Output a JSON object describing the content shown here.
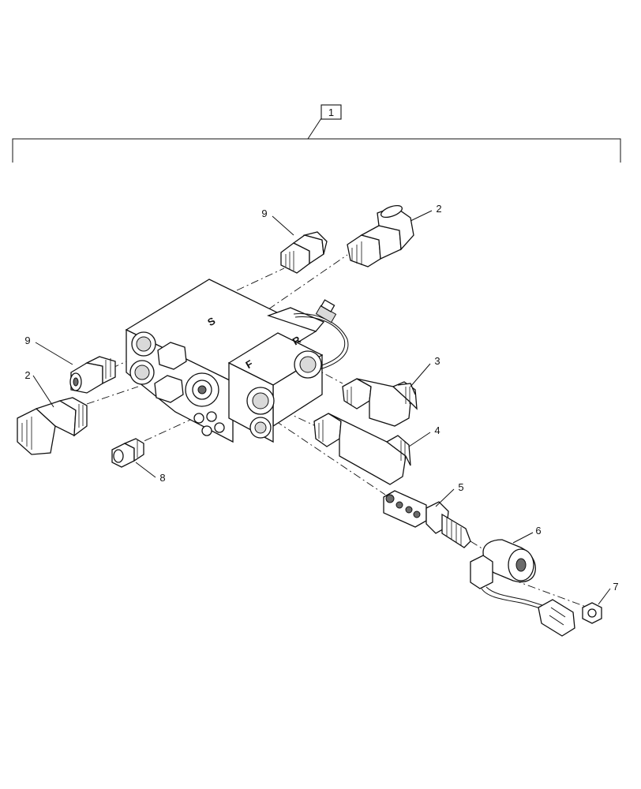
{
  "diagram": {
    "assembly_callout": "1",
    "callouts": {
      "c2_top": "2",
      "c2_left": "2",
      "c3": "3",
      "c4": "4",
      "c5": "5",
      "c6": "6",
      "c7": "7",
      "c8": "8",
      "c9_top": "9",
      "c9_left": "9"
    },
    "port_markings": {
      "s": "S",
      "f": "F",
      "r": "R"
    }
  }
}
